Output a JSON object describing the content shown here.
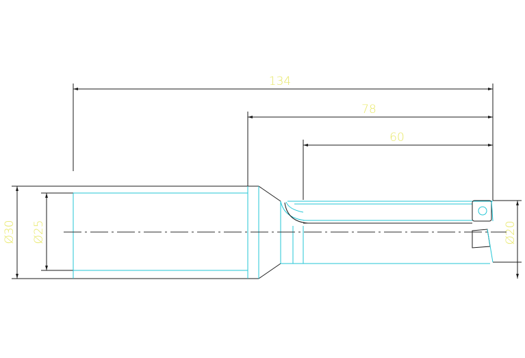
{
  "drawing": {
    "colors": {
      "background": "#ffffff",
      "outline": "#1a1a1a",
      "body": "#22c6d6",
      "dimension_text": "#e8e868"
    },
    "dimensions": {
      "overall_length": "134",
      "shank_end_length": "78",
      "flute_length": "60",
      "shank_diameter": "Ø30",
      "bore_diameter": "Ø25",
      "cutting_diameter": "Ø20"
    }
  }
}
